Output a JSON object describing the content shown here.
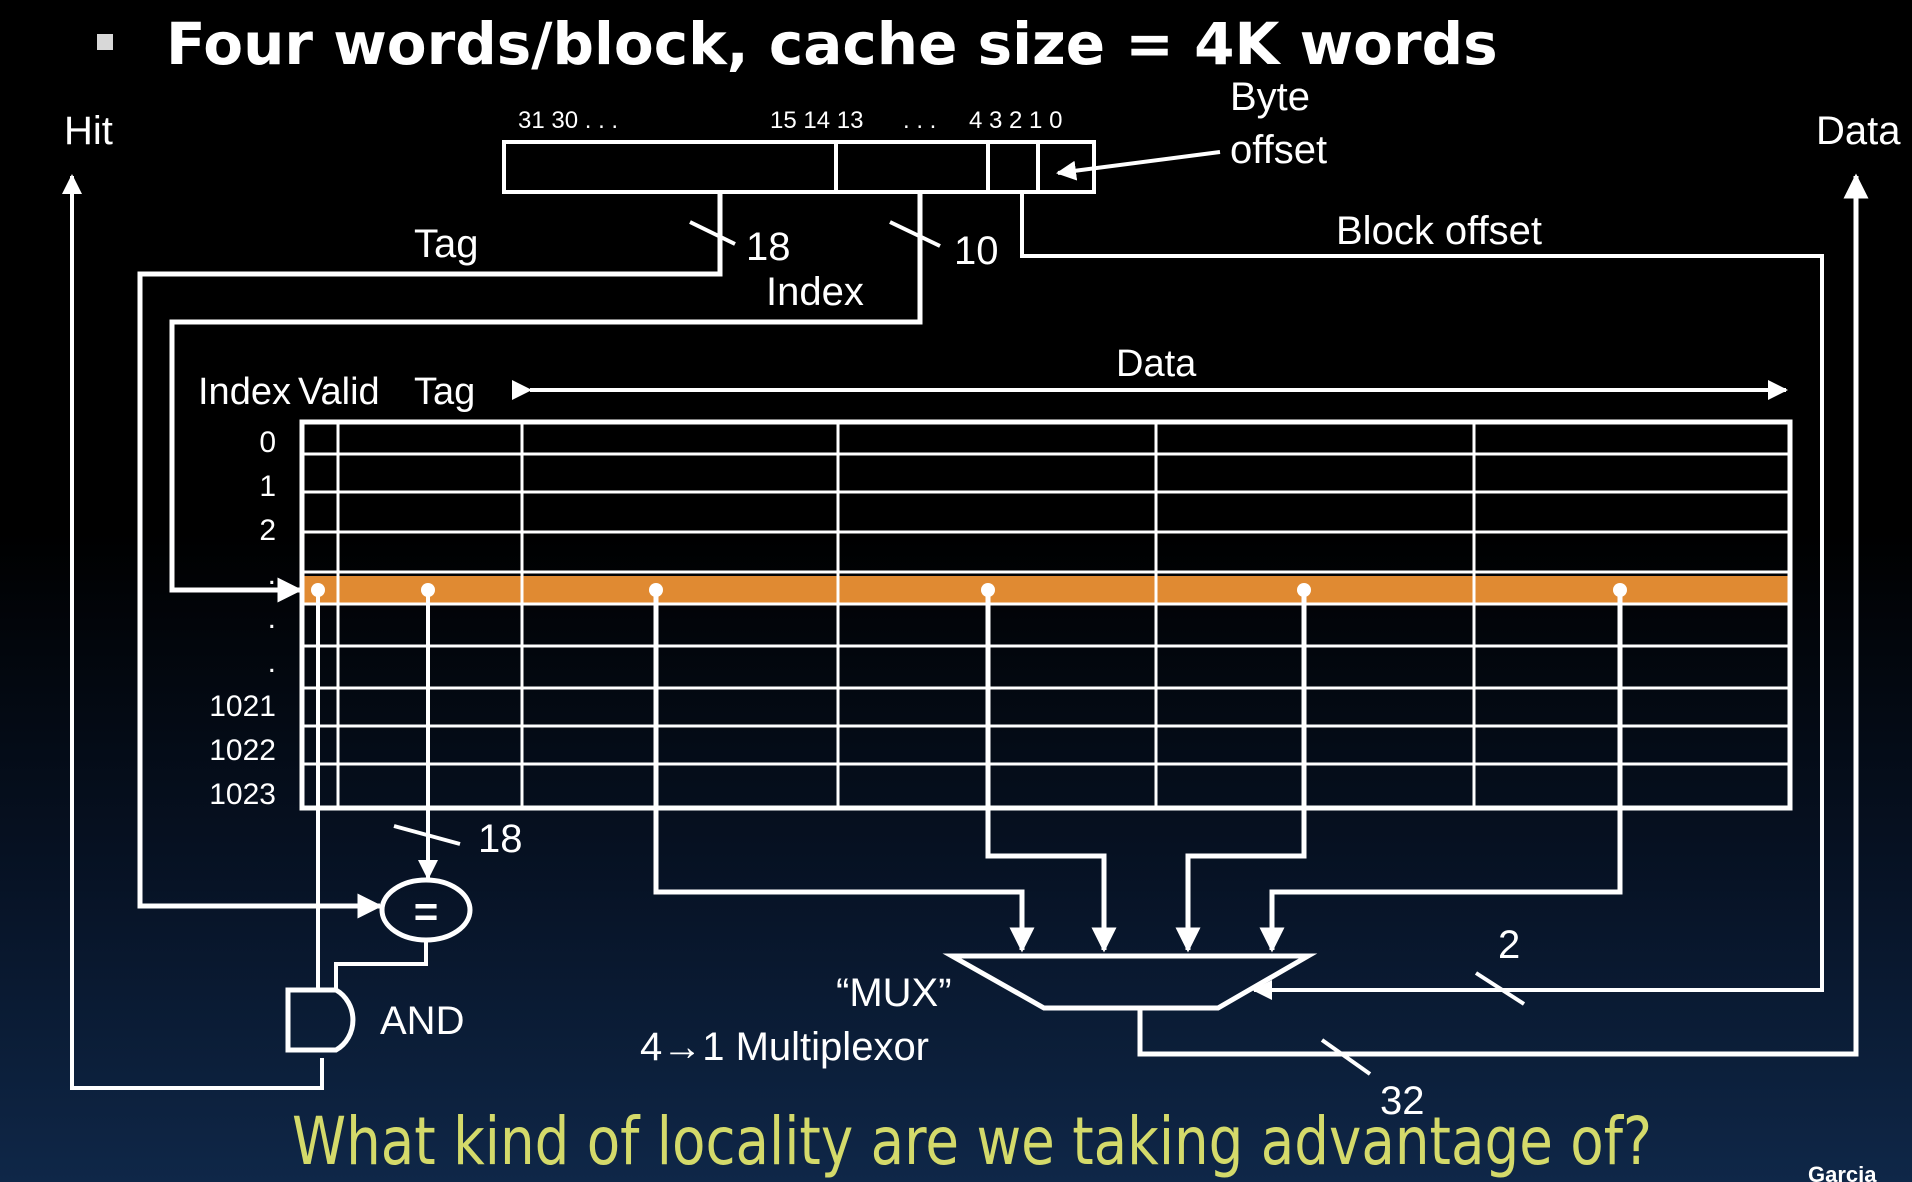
{
  "slide": {
    "title": "Four  words/block, cache size = 4K words",
    "question": "What kind of locality are we taking advantage of?",
    "footer": "Garcia"
  },
  "address": {
    "bits_left": "31 30   . . .",
    "bits_mid": "15 14 13",
    "bits_dots": ". . .",
    "bits_right": "4  3  2  1  0",
    "byte_offset_1": "Byte",
    "byte_offset_2": "offset",
    "block_offset": "Block offset",
    "tag": "Tag",
    "tag_width": "18",
    "index_width": "10",
    "index": "Index"
  },
  "cache": {
    "col_index": "Index",
    "col_valid": "Valid",
    "col_tag": "Tag",
    "col_data": "Data",
    "row_labels": [
      "0",
      "1",
      "2",
      ".",
      ".",
      ".",
      "1021",
      "1022",
      "1023"
    ],
    "highlight_color": "#e08a32"
  },
  "logic": {
    "hit": "Hit",
    "data": "Data",
    "compare_width": "18",
    "compare": "=",
    "and": "AND",
    "mux": "“MUX”",
    "mux_desc": "4→1 Multiplexor",
    "sel_width": "2",
    "out_width": "32"
  }
}
